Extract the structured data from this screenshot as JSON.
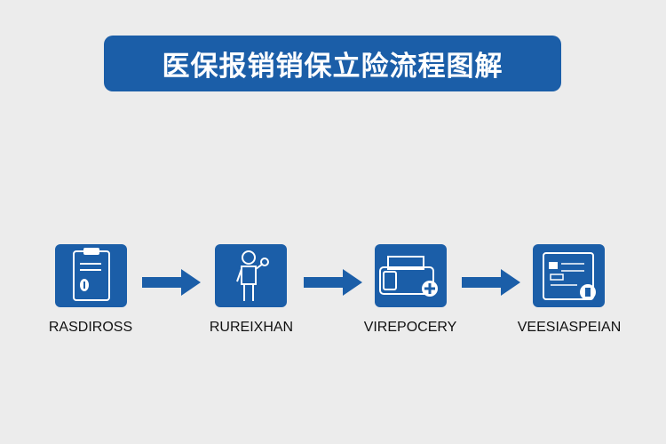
{
  "title": "医保报销销保立险流程图解",
  "steps": [
    {
      "label": "RASDIROSS",
      "icon": "clipboard-icon"
    },
    {
      "label": "RUREIXHAN",
      "icon": "person-icon"
    },
    {
      "label": "VIREPOCERY",
      "icon": "medical-card-icon"
    },
    {
      "label": "VEESIASPEIAN",
      "icon": "document-icon"
    }
  ],
  "colors": {
    "accent": "#1b5ea8",
    "background": "#ececec"
  }
}
